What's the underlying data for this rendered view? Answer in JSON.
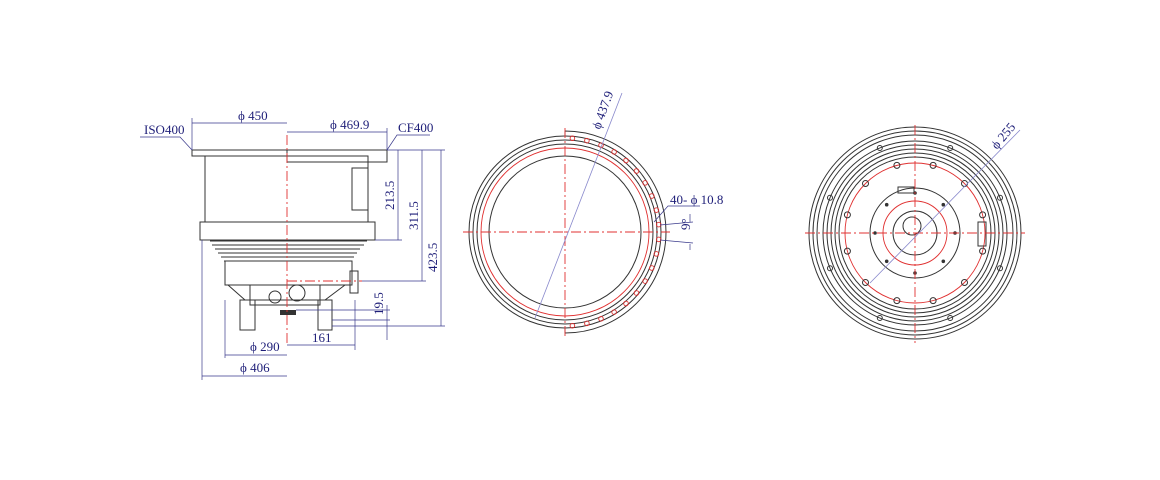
{
  "side_view": {
    "iso_flange": "ISO400",
    "cf_flange": "CF400",
    "dia_450": "ϕ 450",
    "dia_469_9": "ϕ 469.9",
    "h_213_5": "213.5",
    "h_311_5": "311.5",
    "h_423_5": "423.5",
    "h_19_5": "19.5",
    "w_161": "161",
    "dia_290": "ϕ 290",
    "dia_406": "ϕ 406"
  },
  "flange_view": {
    "dia_437_9": "ϕ 437.9",
    "holes": "40- ϕ 10.8",
    "angle": "9°",
    "hole_count": 40
  },
  "bottom_view": {
    "dia_255": "ϕ 255"
  },
  "colors": {
    "outline": "#333333",
    "centerline": "#e03030",
    "dimension": "#1e1e78"
  }
}
